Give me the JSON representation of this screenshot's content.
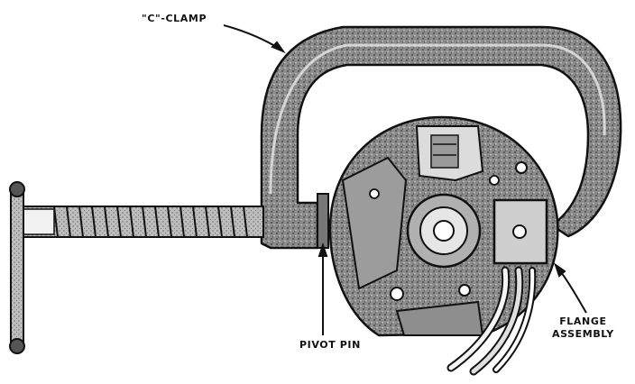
{
  "labels": {
    "c_clamp": "\"C\"-CLAMP",
    "pivot_pin": "PIVOT PIN",
    "flange_line1": "FLANGE",
    "flange_line2": "ASSEMBLY"
  },
  "colors": {
    "ink": "#111111",
    "stipple": "#6a6a6a",
    "background": "#ffffff"
  }
}
